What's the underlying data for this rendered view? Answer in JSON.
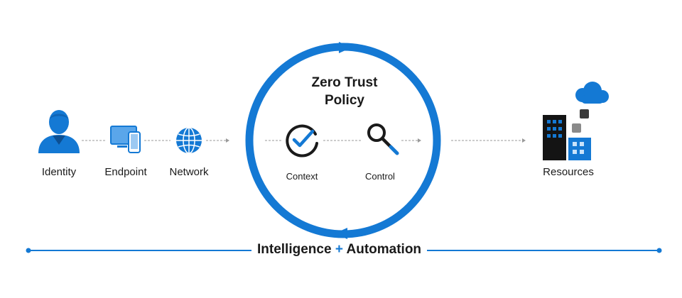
{
  "nodes": {
    "identity": "Identity",
    "endpoint": "Endpoint",
    "network": "Network",
    "context": "Context",
    "control": "Control",
    "resources": "Resources"
  },
  "policy": {
    "line1": "Zero Trust",
    "line2": "Policy"
  },
  "bottom": {
    "left": "Intelligence",
    "plus": "+",
    "right": "Automation"
  },
  "colors": {
    "primary_blue": "#1479d4",
    "dark": "#1a1a1a",
    "connector_gray": "#9a9a9a"
  }
}
